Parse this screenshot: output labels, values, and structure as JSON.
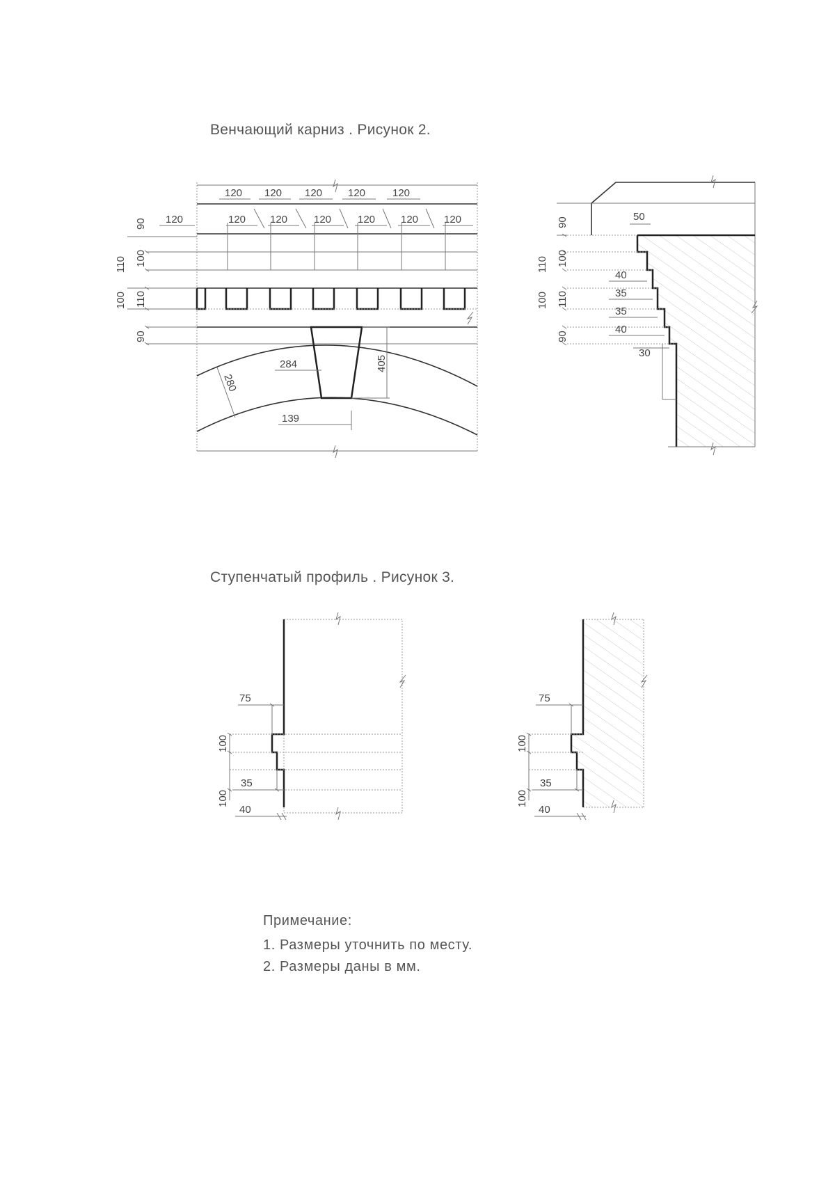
{
  "figure2": {
    "title": "Венчающий карниз . Рисунок  2.",
    "front_view": {
      "top_row_dims": [
        "120",
        "120",
        "120",
        "120",
        "120"
      ],
      "second_row_dims": [
        "120",
        "120",
        "120",
        "120",
        "120",
        "120",
        "120"
      ],
      "left_dims": [
        "90",
        "110",
        "100",
        "100",
        "110",
        "90"
      ],
      "keystone_dims": [
        "284",
        "405",
        "280",
        "139"
      ]
    },
    "section_view": {
      "left_dims": [
        "90",
        "110",
        "100",
        "100",
        "110",
        "90"
      ],
      "step_dims": [
        "50",
        "40",
        "35",
        "35",
        "40",
        "30"
      ]
    }
  },
  "figure3": {
    "title": "Ступенчатый профиль  . Рисунок  3.",
    "left_profile": {
      "dims": [
        "75",
        "100",
        "35",
        "100",
        "40"
      ]
    },
    "right_profile": {
      "dims": [
        "75",
        "100",
        "35",
        "100",
        "40"
      ]
    }
  },
  "notes": {
    "heading": "Примечание:",
    "items": [
      "1. Размеры  уточнить  по  месту.",
      "2. Размеры  даны  в  мм."
    ]
  }
}
